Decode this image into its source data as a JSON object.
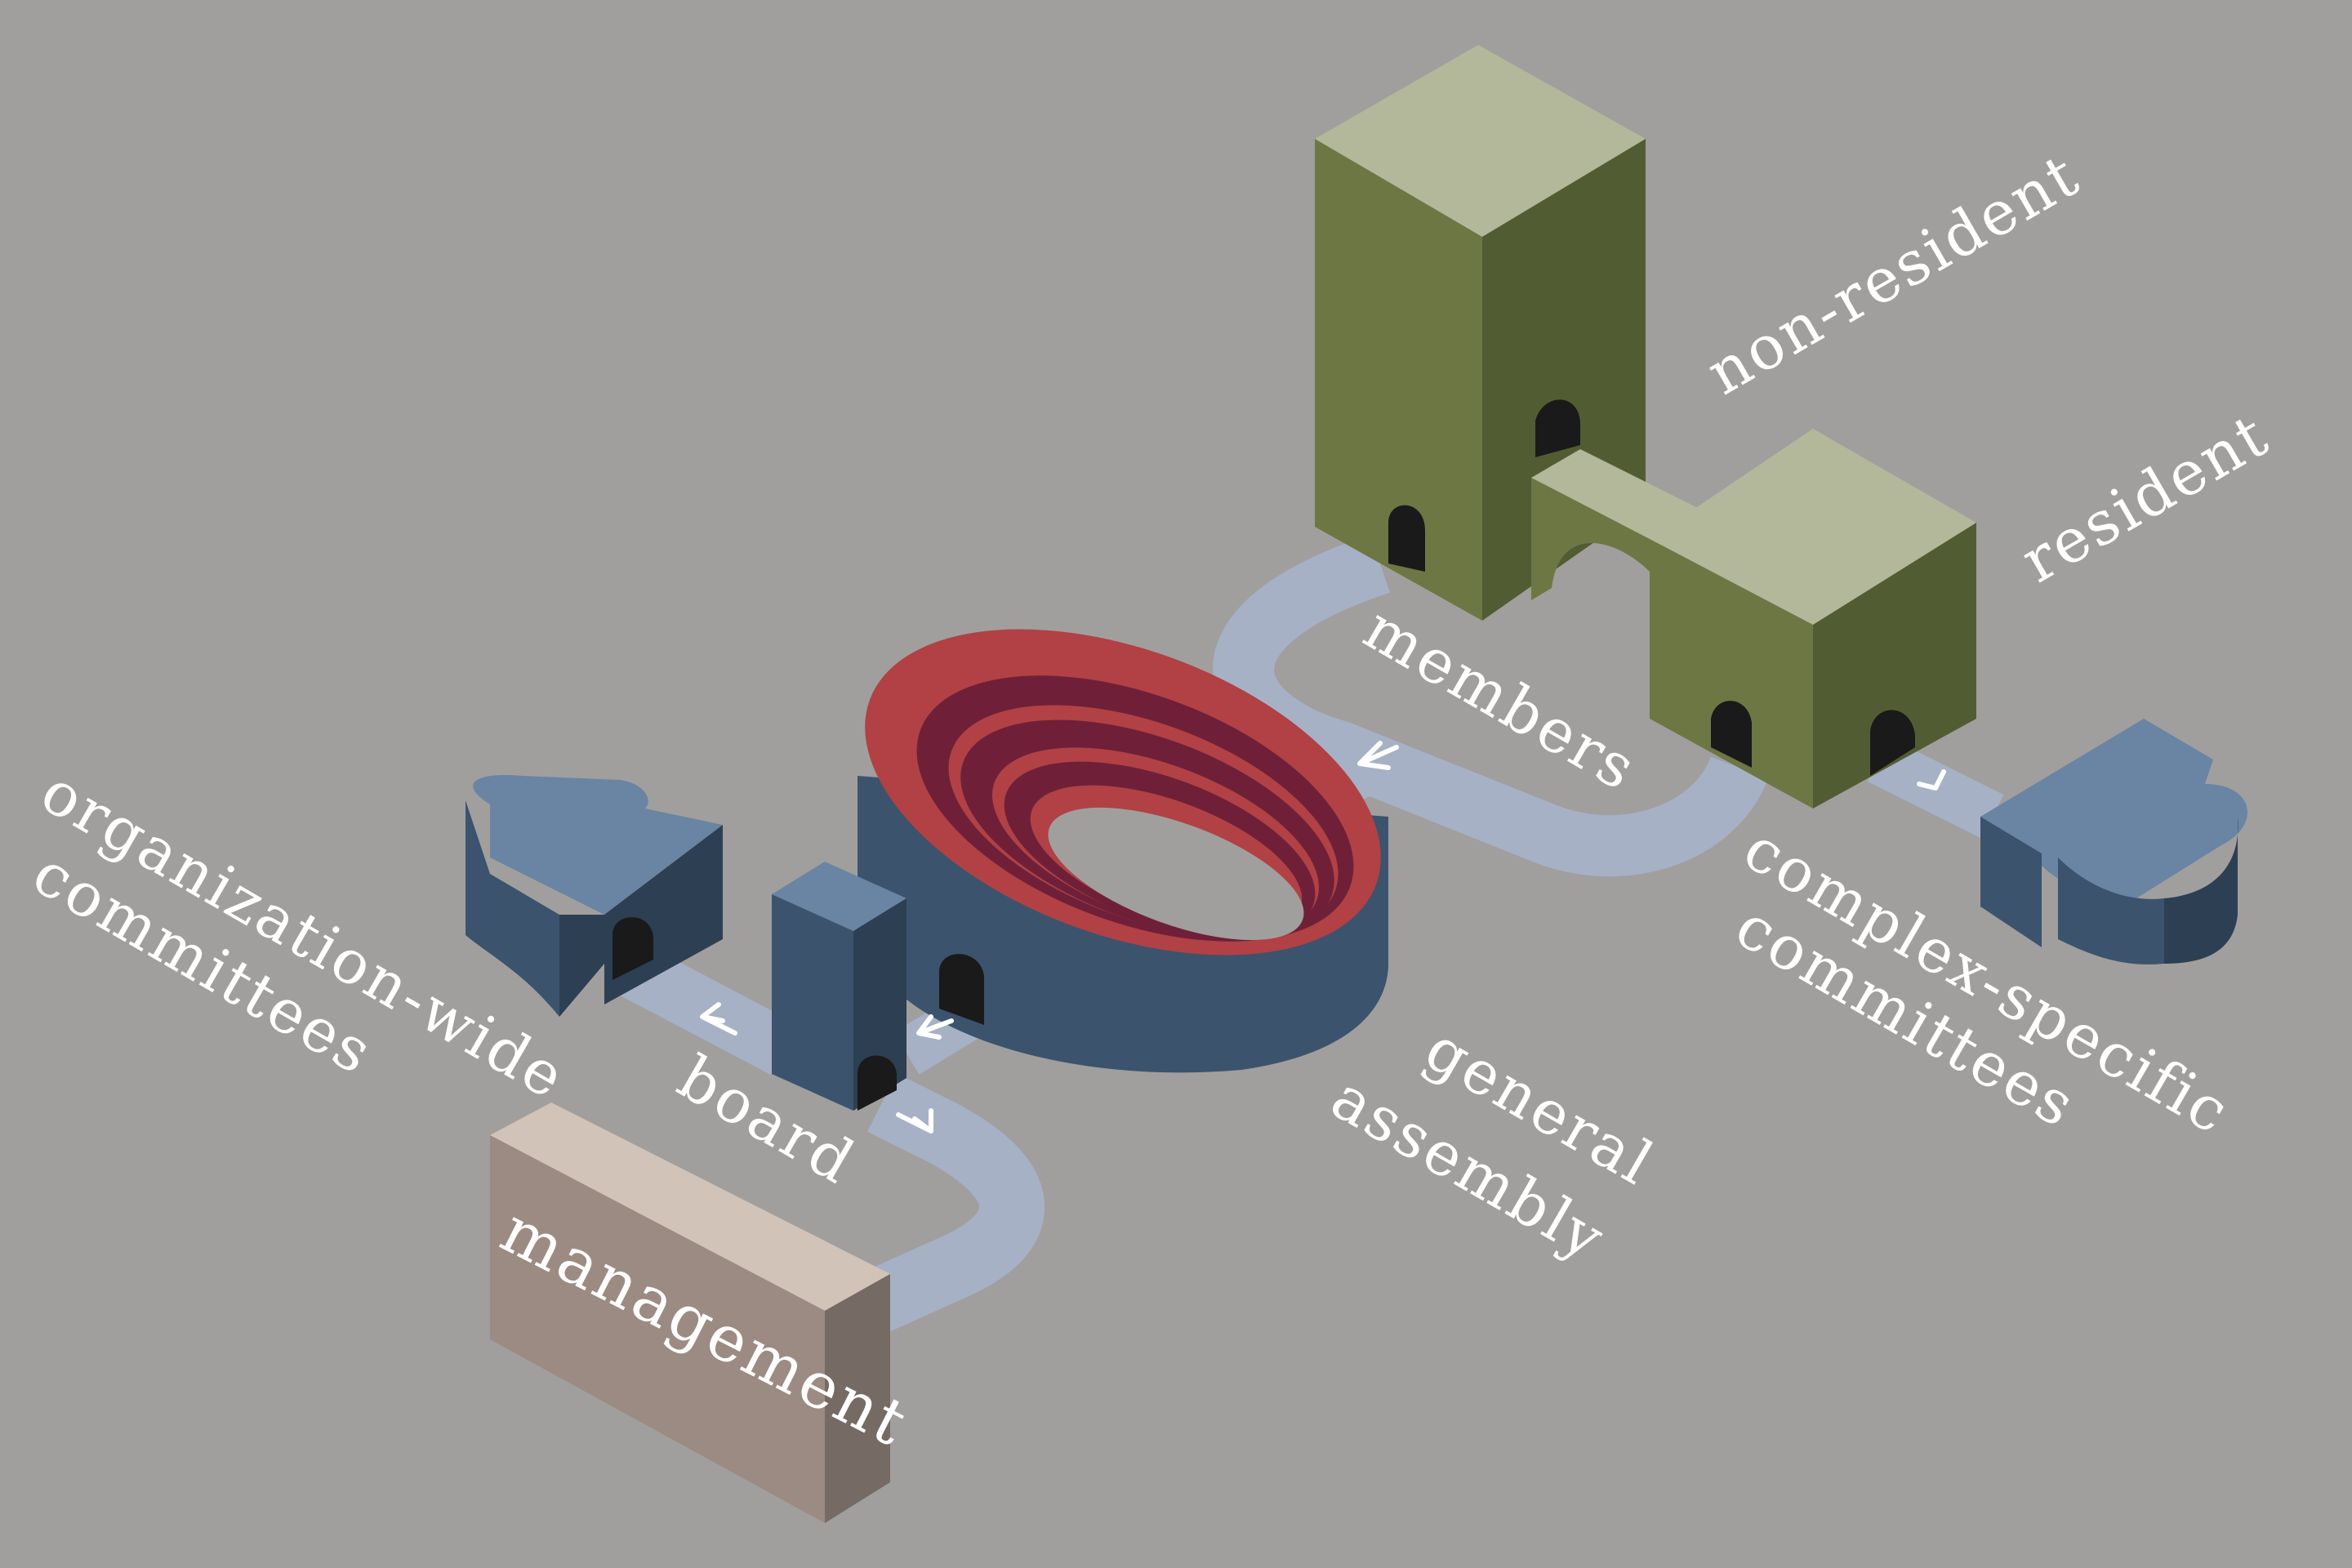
{
  "labels": {
    "non_resident": "non-resident",
    "resident": "resident",
    "members": "members",
    "complex_specific": "complex-specific",
    "complex_committees": "committees",
    "general": "general",
    "assembly": "assembly",
    "board": "board",
    "org_wide": "organization-wide",
    "org_committees": "committees",
    "management": "management"
  },
  "colors": {
    "background": "#a09f9e",
    "olive_top": "#b3b89b",
    "olive_front": "#6d7744",
    "olive_side": "#525c33",
    "slate_top": "#6a85a3",
    "slate_front": "#3c536d",
    "slate_side": "#2d3f52",
    "path": "#a6b1c6",
    "assembly_red": "#b14144",
    "assembly_wine": "#6f2038",
    "mgmt_top": "#d1c3b8",
    "mgmt_front": "#9c8b82",
    "mgmt_side": "#756a64",
    "text": "#ffffff"
  }
}
